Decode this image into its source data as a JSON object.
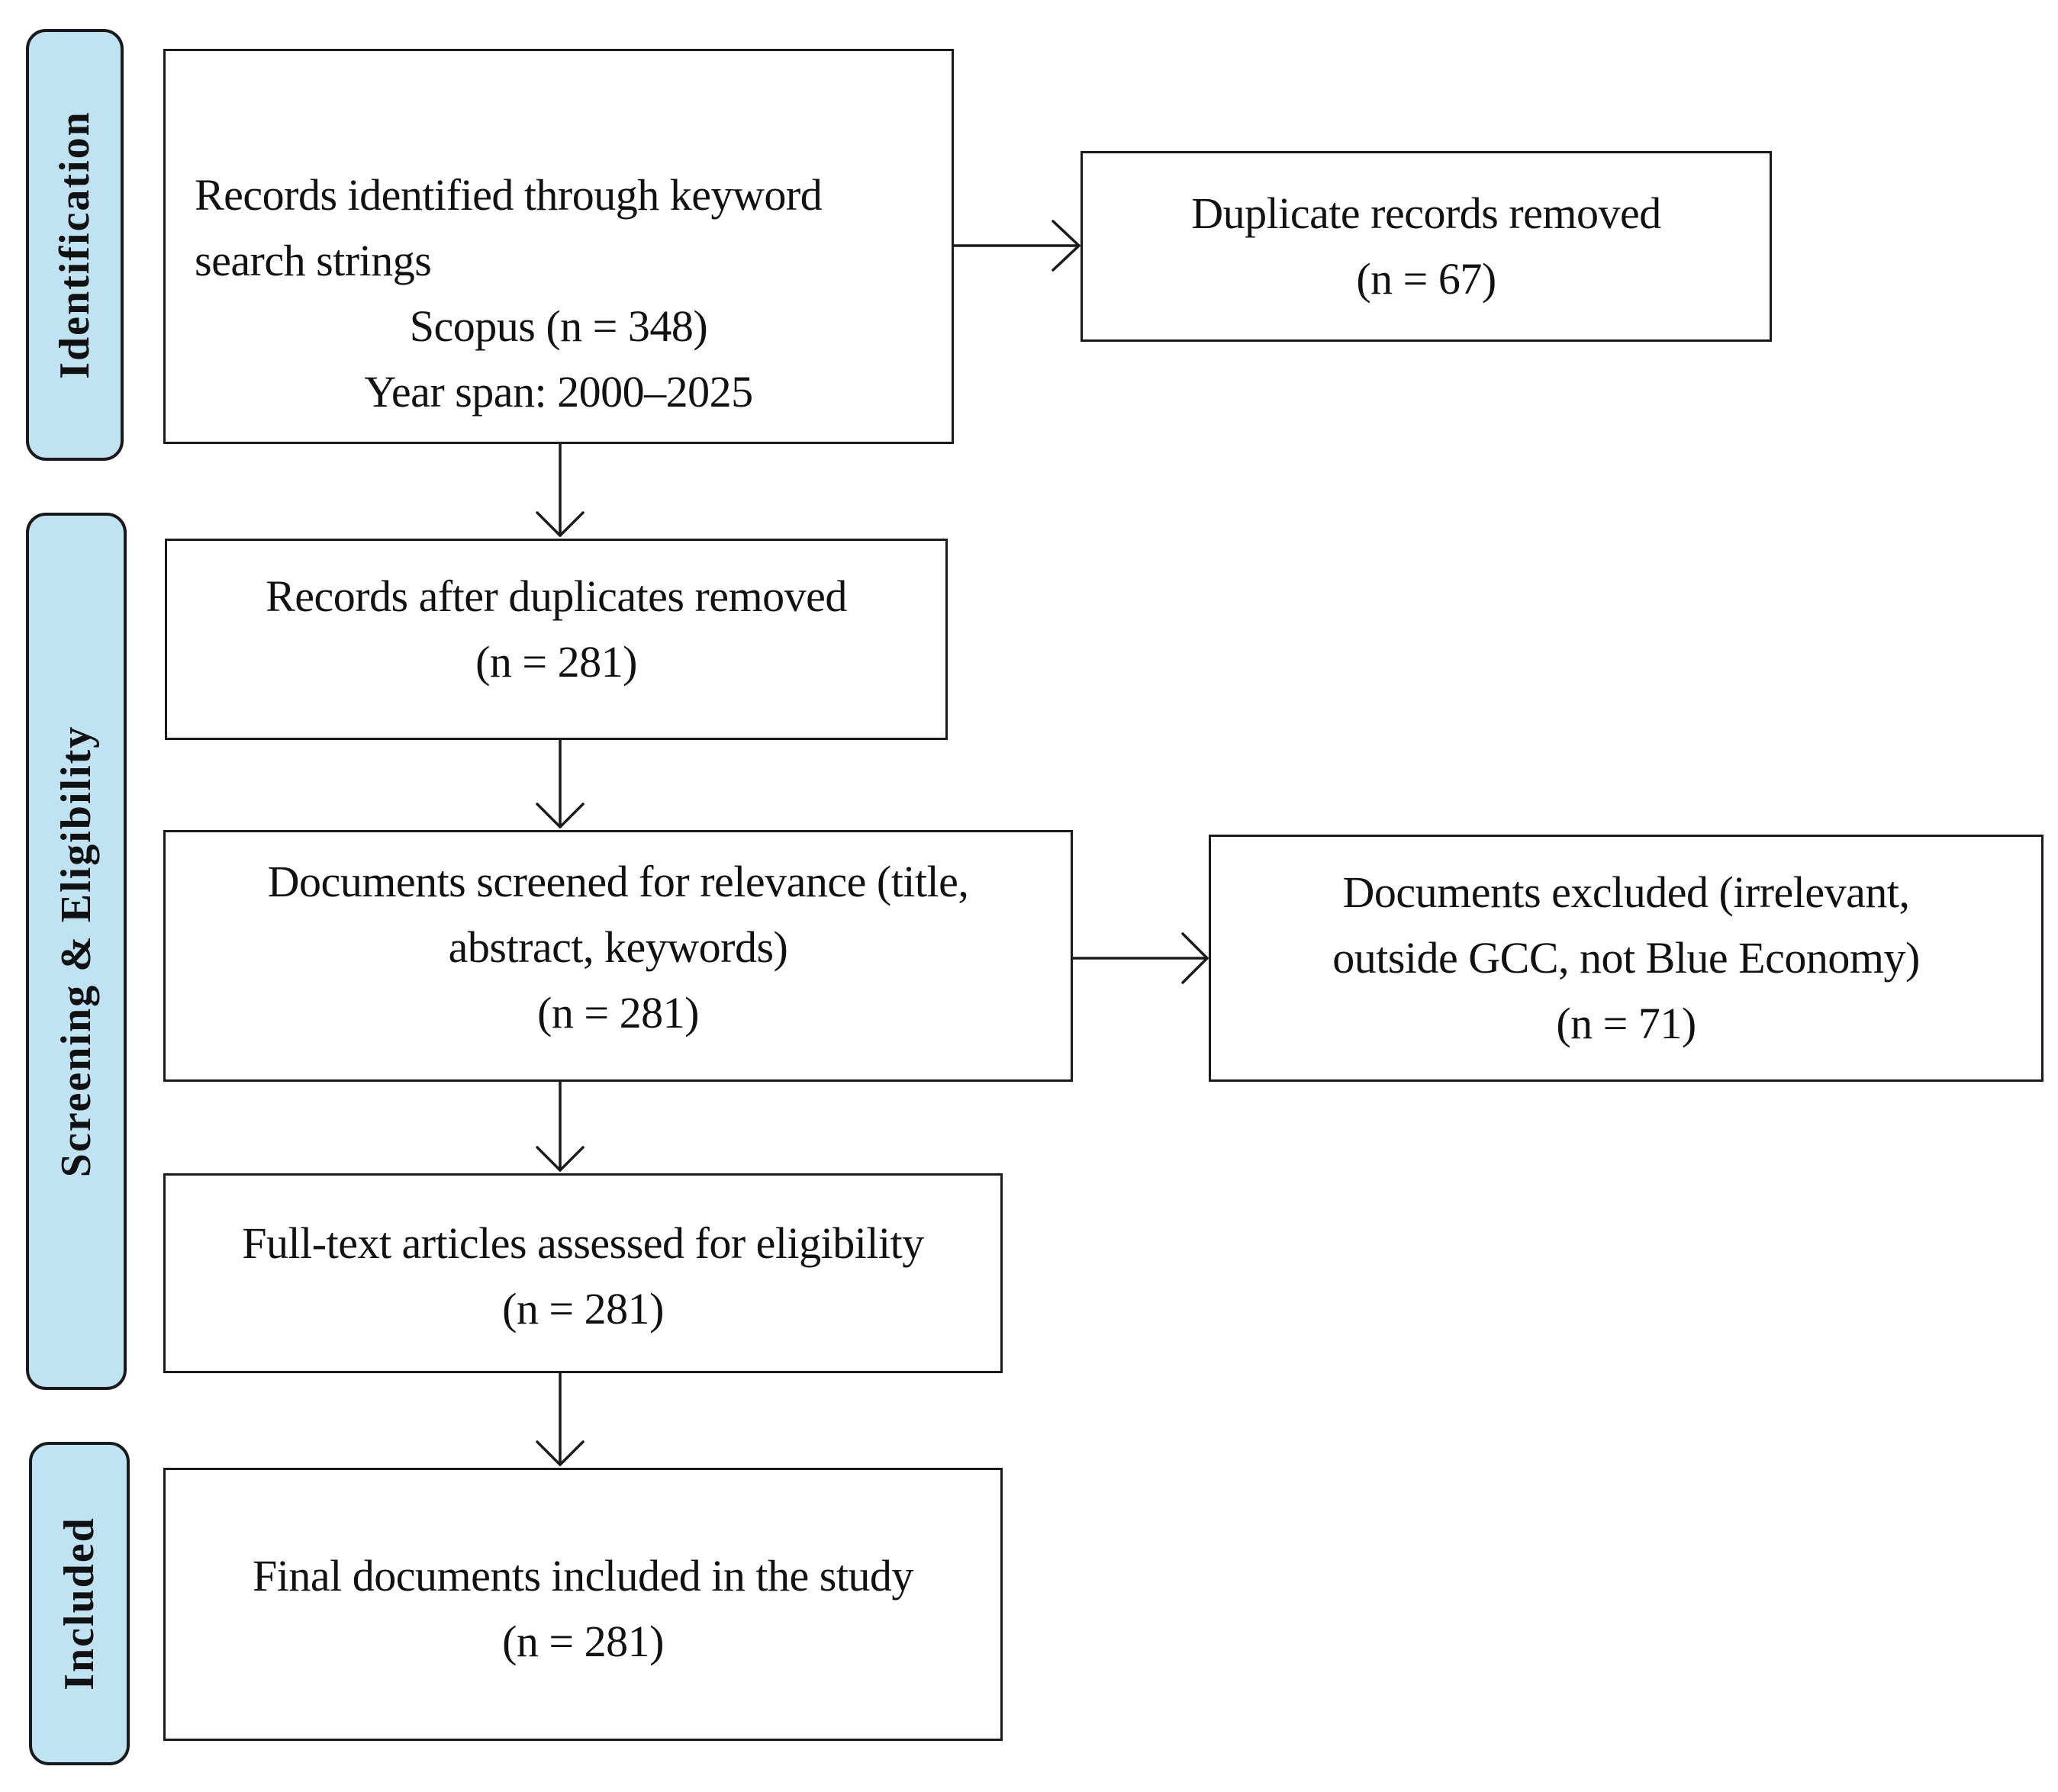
{
  "phases": {
    "identification": "Identification",
    "screening": "Screening & Eligibility",
    "included": "Included"
  },
  "boxes": {
    "identified": {
      "line1": "Records identified through keyword",
      "line2": "search strings",
      "line3": "Scopus (n = 348)",
      "line4": "Year span: 2000–2025"
    },
    "duplicates_removed": {
      "line1": "Duplicate records removed",
      "line2": "(n = 67)"
    },
    "after_duplicates": {
      "line1": "Records after duplicates removed",
      "line2": "(n = 281)"
    },
    "screened": {
      "line1": "Documents screened for relevance (title,",
      "line2": "abstract, keywords)",
      "line3": "(n = 281)"
    },
    "excluded": {
      "line1": "Documents excluded (irrelevant,",
      "line2": "outside GCC, not Blue Economy)",
      "line3": "(n = 71)"
    },
    "full_text": {
      "line1": "Full-text articles assessed for eligibility",
      "line2": "(n = 281)"
    },
    "included": {
      "line1": "Final documents included in the study",
      "line2": "(n = 281)"
    }
  },
  "colors": {
    "phase_fill": "#bfe3f3",
    "stroke": "#1a1a1a"
  }
}
